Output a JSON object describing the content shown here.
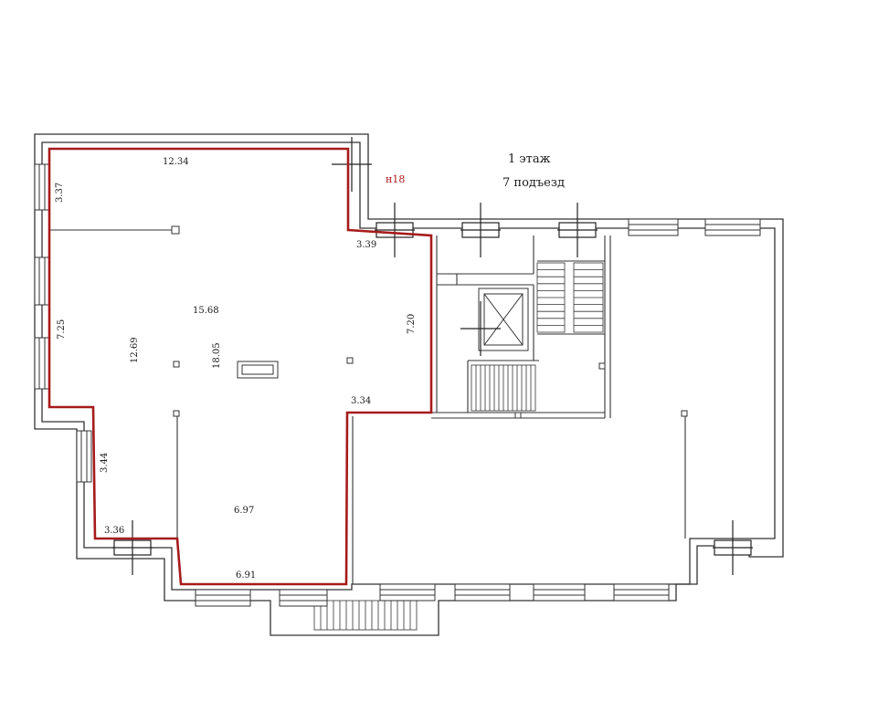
{
  "plan": {
    "floor_label": "1 этаж",
    "entrance_label": "7 подъезд",
    "unit_label": "н18",
    "colors": {
      "wall": "#333333",
      "highlight": "#a61b1b",
      "background": "#ffffff"
    },
    "dimensions": {
      "top_width": "12.34",
      "left_upper": "3.37",
      "notch_width": "3.39",
      "right_depth": "7.20",
      "main_width": "15.68",
      "left_height": "7.25",
      "inner_height": "12.69",
      "center_depth": "18.05",
      "inner_step": "3.34",
      "lower_left": "3.44",
      "small_step": "3.36",
      "lower_depth": "6.97",
      "bottom_width": "6.91"
    }
  }
}
